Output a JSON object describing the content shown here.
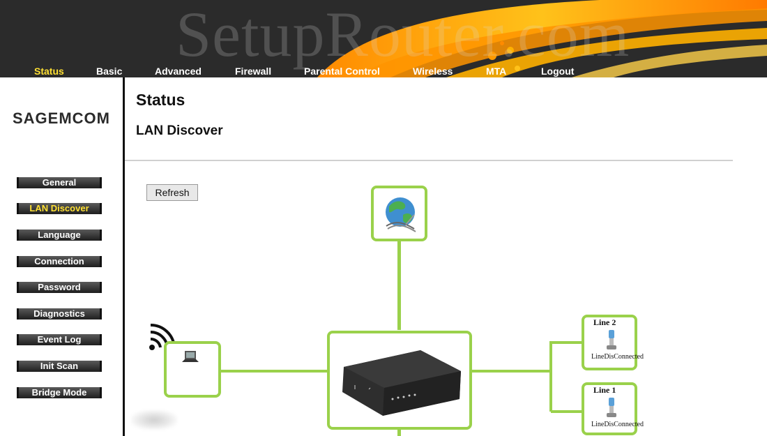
{
  "watermark": "SetupRouter.com",
  "brand": "SAGEMCOM",
  "topnav": [
    "Status",
    "Basic",
    "Advanced",
    "Firewall",
    "Parental Control",
    "Wireless",
    "MTA",
    "Logout"
  ],
  "sidebar": [
    "General",
    "LAN Discover",
    "Language",
    "Connection",
    "Password",
    "Diagnostics",
    "Event Log",
    "Init Scan",
    "Bridge Mode"
  ],
  "page_title": "Status",
  "section_title": "LAN Discover",
  "refresh_label": "Refresh",
  "lines": [
    {
      "label": "Line 2",
      "status": "LineDisConnected"
    },
    {
      "label": "Line 1",
      "status": "LineDisConnected"
    }
  ],
  "colors": {
    "accent": "#ffe033",
    "node_border": "#9ad14b",
    "header_bg": "#2b2b2b"
  },
  "icons": [
    "internet-globe-icon",
    "wifi-signal-icon",
    "laptop-icon",
    "router-icon",
    "phone-handset-icon"
  ]
}
